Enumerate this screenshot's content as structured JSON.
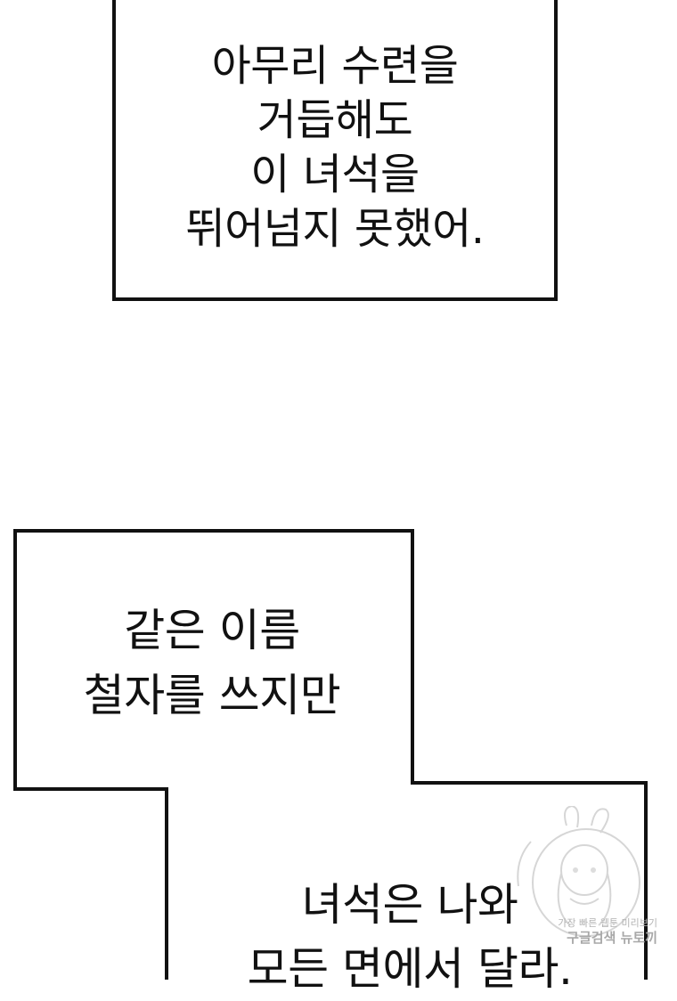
{
  "panels": [
    {
      "text": "아무리 수련을\n거듭해도\n이 녀석을\n뛰어넘지 못했어."
    },
    {
      "text": "같은 이름\n철자를 쓰지만"
    },
    {
      "text": "녀석은 나와\n모든 면에서 달라."
    }
  ],
  "watermark": {
    "line1": "가장 빠른 웹툰 미리보기",
    "line2": "구글검색 뉴토끼",
    "icon": "bunny-girl-logo"
  }
}
